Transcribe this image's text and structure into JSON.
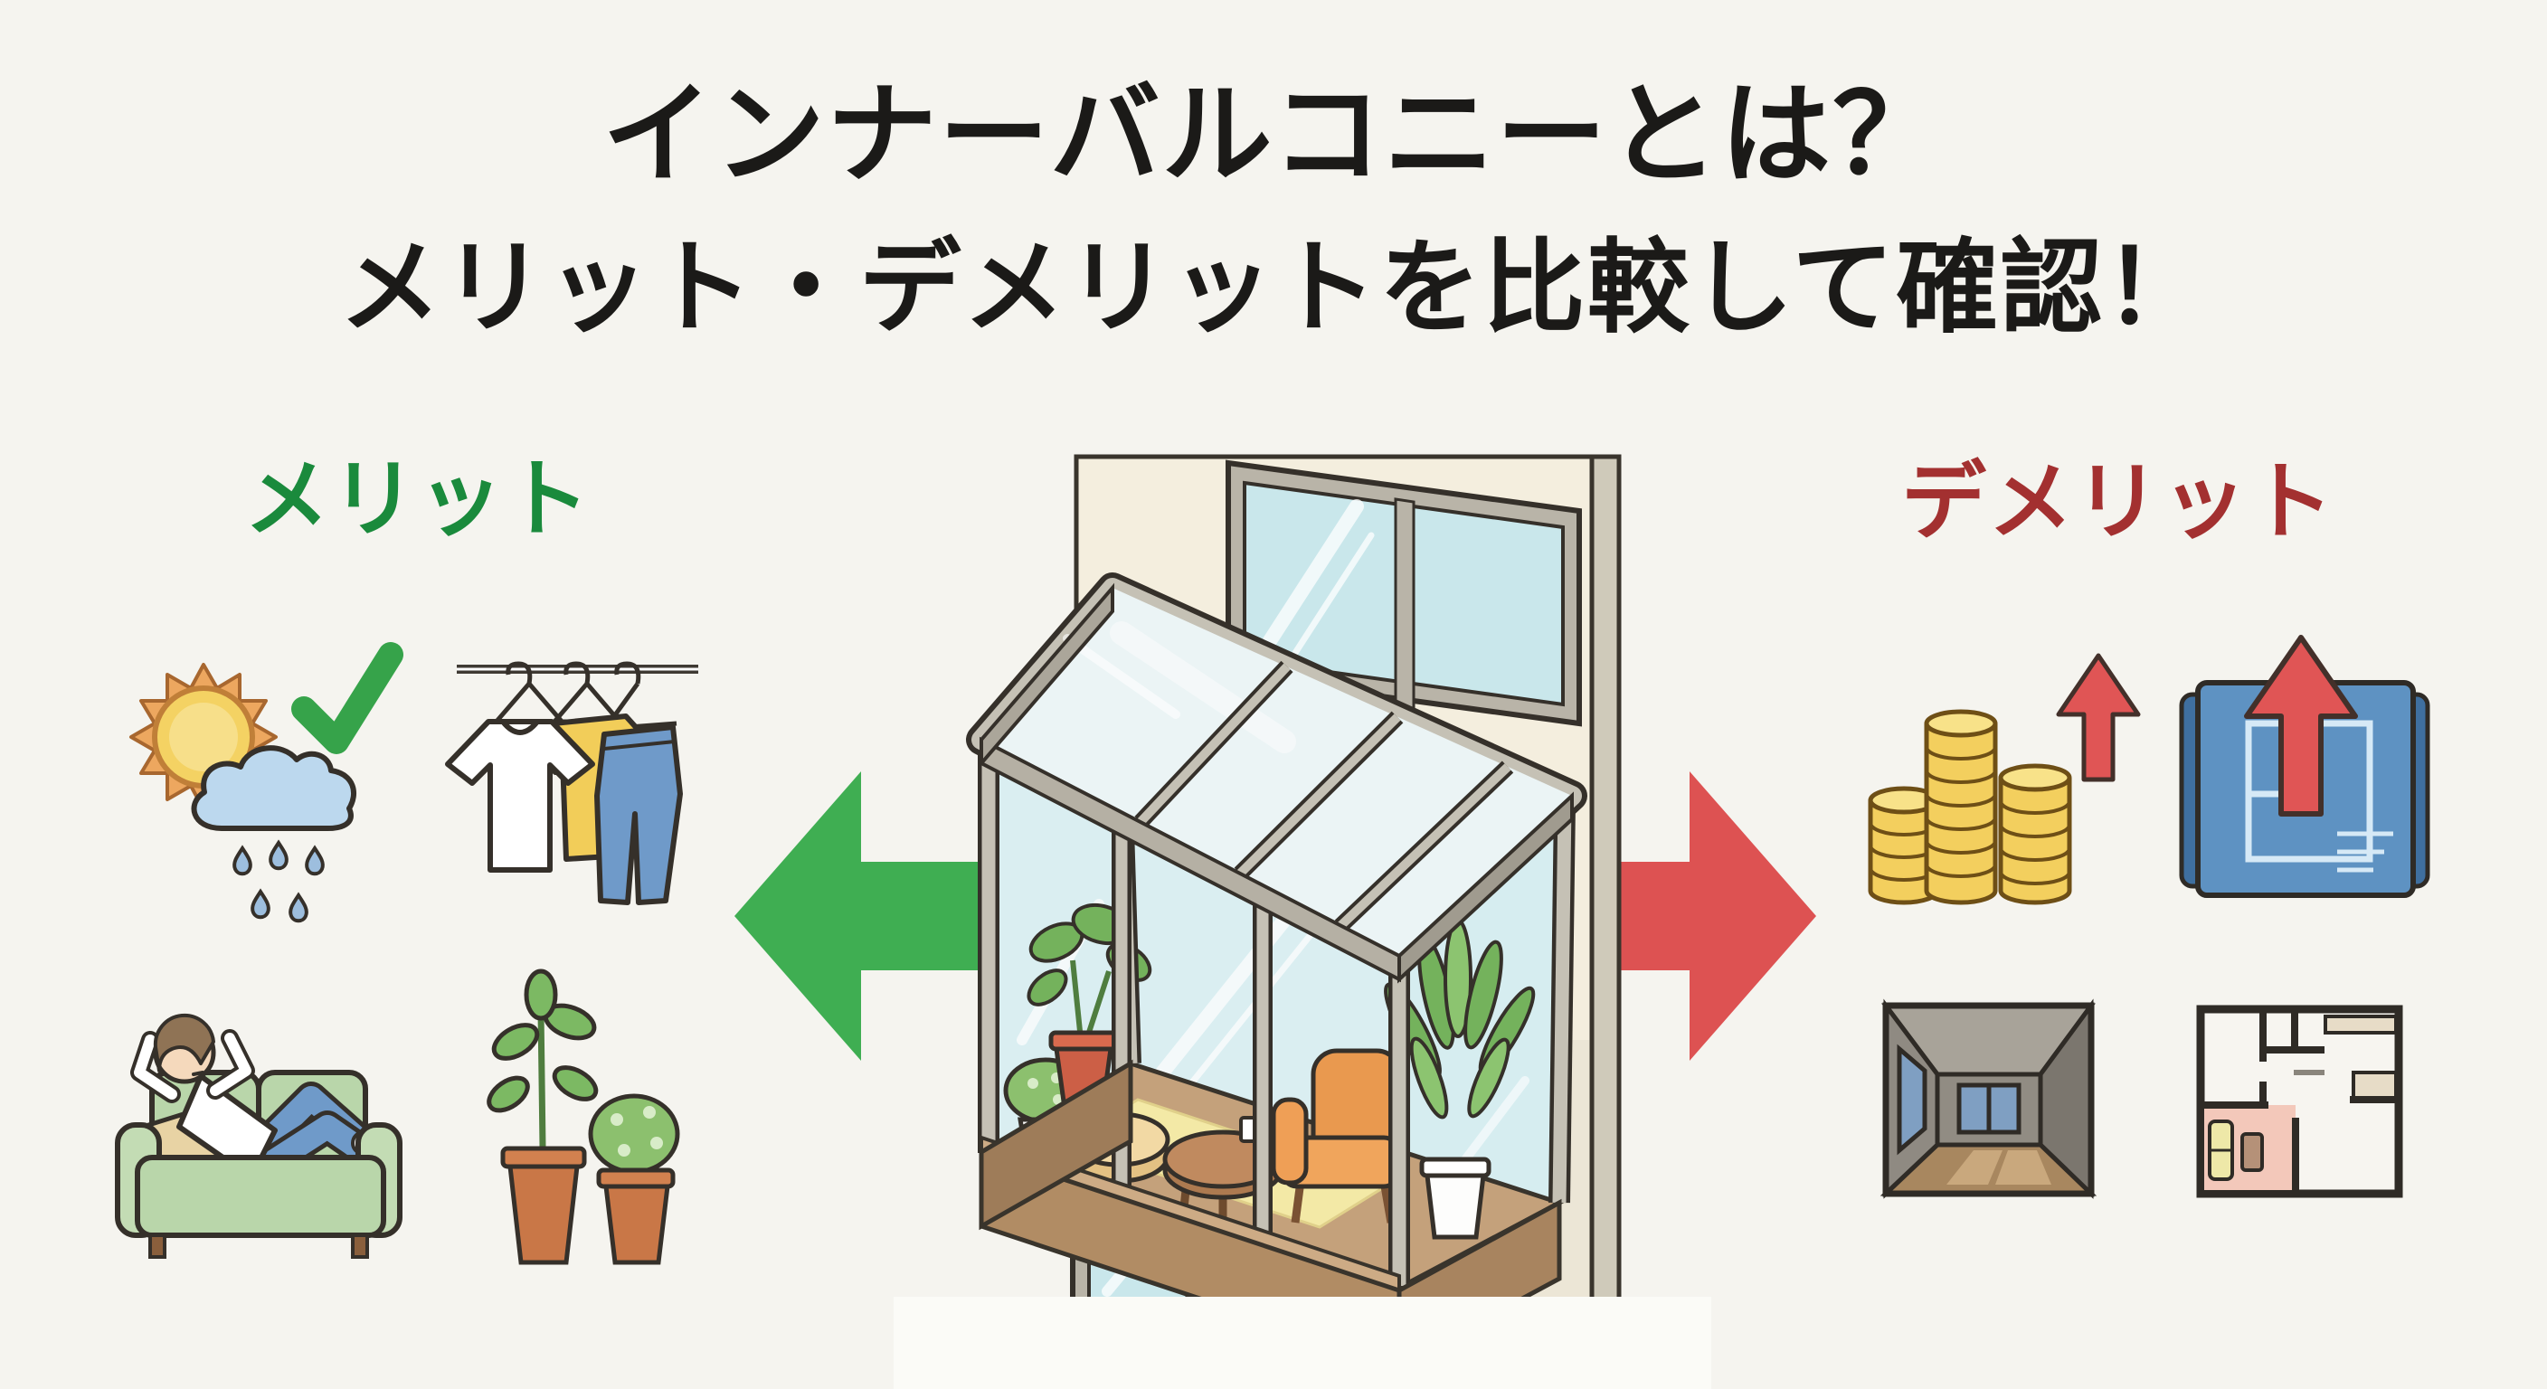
{
  "title": {
    "line1": "インナーバルコニーとは？",
    "line2": "メリット・デメリットを比較して確認！"
  },
  "merit": {
    "label": "メリット",
    "color": "#1a8a3c",
    "arrow_color": "#3fae52",
    "arrow_direction": "left",
    "icons": [
      "sun-rain-check-icon",
      "laundry-hanging-icon",
      "relax-on-sofa-icon",
      "potted-plants-icon"
    ]
  },
  "demerit": {
    "label": "デメリット",
    "color": "#a33030",
    "arrow_color": "#dd5252",
    "arrow_direction": "right",
    "icons": [
      "coins-cost-up-icon",
      "blueprint-cost-up-icon",
      "dark-room-icon",
      "floor-plan-reduced-space-icon"
    ]
  },
  "center_illustration": "inner-balcony-glass-sunroom-on-building",
  "colors": {
    "background": "#f5f4ef",
    "title_text": "#1b1a18",
    "merit_green": "#1a8a3c",
    "merit_arrow_green": "#3fae52",
    "demerit_red": "#a33030",
    "demerit_arrow_red": "#dd5252",
    "facade_cream": "#f4eede",
    "glass_blue": "#cde9ee",
    "wood_tan": "#b18c64"
  }
}
